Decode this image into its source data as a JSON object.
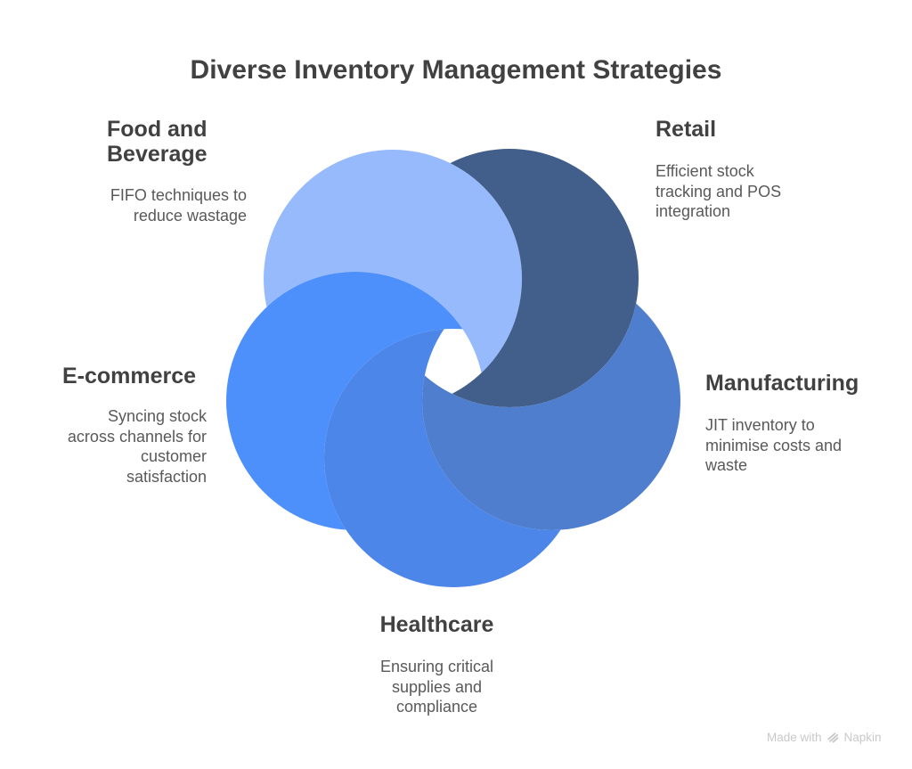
{
  "title": "Diverse Inventory Management Strategies",
  "segments": [
    {
      "id": "food-beverage",
      "position": "top-left",
      "label": "Food and\nBeverage",
      "description": "FIFO techniques to\nreduce wastage",
      "circle_color": "#97BAFC"
    },
    {
      "id": "retail",
      "position": "top-right",
      "label": "Retail",
      "description": "Efficient stock\ntracking and POS\nintegration",
      "circle_color": "#425E8B"
    },
    {
      "id": "manufacturing",
      "position": "right",
      "label": "Manufacturing",
      "description": "JIT inventory to\nminimise costs and\nwaste",
      "circle_color": "#4E7ECD"
    },
    {
      "id": "healthcare",
      "position": "bottom",
      "label": "Healthcare",
      "description": "Ensuring critical\nsupplies and\ncompliance",
      "circle_color": "#4B86E8"
    },
    {
      "id": "e-commerce",
      "position": "left",
      "label": "E-commerce",
      "description": "Syncing stock\nacross channels for\ncustomer\nsatisfaction",
      "circle_color": "#4D90FC"
    }
  ],
  "watermark": {
    "prefix": "Made with",
    "brand": "Napkin",
    "color": "#c9c9c9"
  },
  "colors": {
    "background": "#ffffff",
    "heading_text": "#414141",
    "body_text": "#595959"
  }
}
